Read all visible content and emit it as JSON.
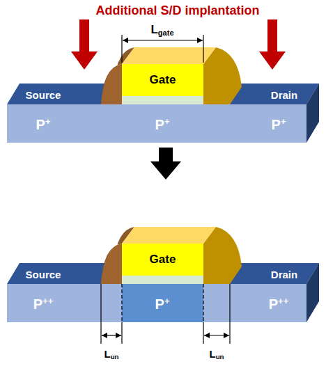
{
  "diagram": {
    "title": "Additional S/D implantation",
    "nodes": [
      {
        "text": [
          "Gate"
        ]
      },
      {
        "text": [
          "Gate"
        ]
      }
    ],
    "labels": [
      "Lgate",
      "Source",
      "Drain",
      "P+",
      "P+",
      "P+",
      "Source",
      "Drain",
      "P++",
      "P+",
      "P++",
      "Lun",
      "Lun"
    ]
  }
}
